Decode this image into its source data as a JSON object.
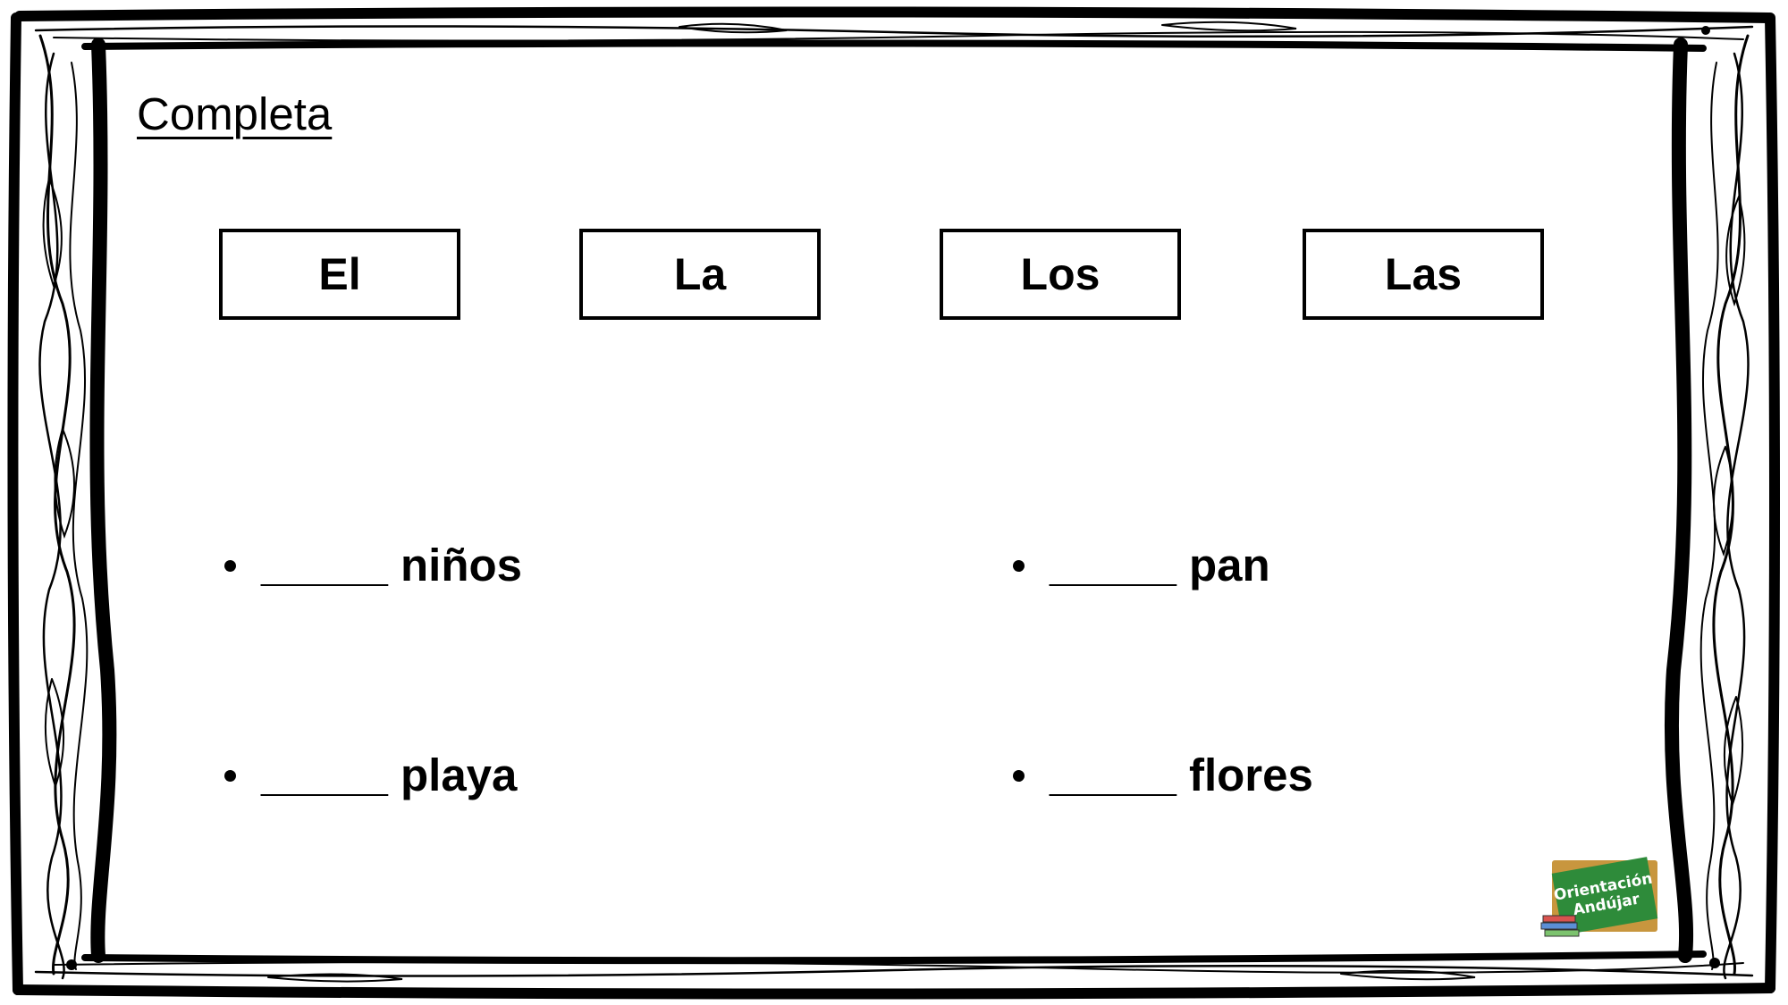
{
  "title": "Completa",
  "articles": [
    "El",
    "La",
    "Los",
    "Las"
  ],
  "items": [
    {
      "blank": "_____",
      "word": "niños"
    },
    {
      "blank": "_____",
      "word": "pan"
    },
    {
      "blank": "_____",
      "word": "playa"
    },
    {
      "blank": "_____",
      "word": "flores"
    }
  ],
  "logo": {
    "line1": "Orientación",
    "line2": "Andújar"
  },
  "colors": {
    "ink": "#000000",
    "logo_board": "#2e8b3a",
    "logo_frame": "#c8963e"
  }
}
